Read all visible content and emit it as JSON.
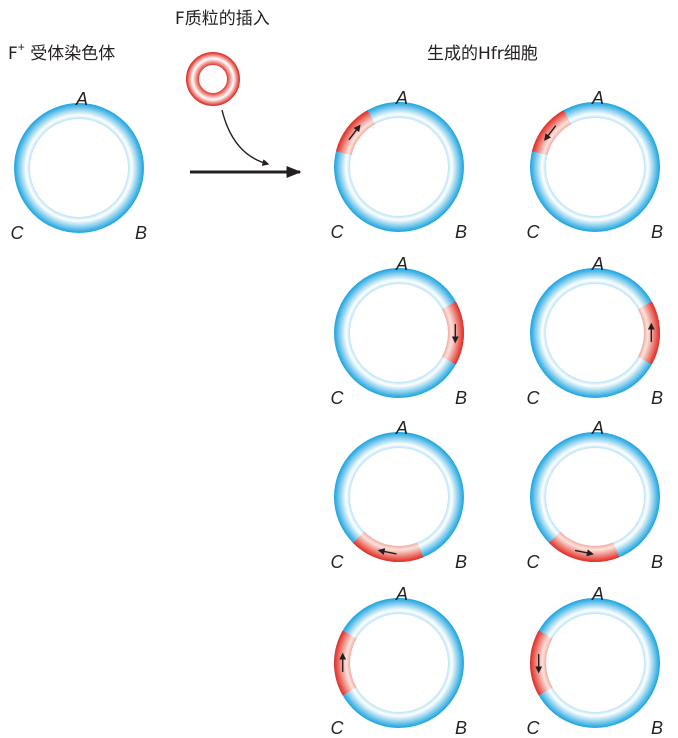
{
  "captions": {
    "recipient_main": "F",
    "recipient_sup": "+",
    "recipient_rest": " 受体染色体",
    "insertion": "F质粒的插入",
    "result": "生成的Hfr细胞"
  },
  "markers": {
    "a": "A",
    "b": "B",
    "c": "C"
  },
  "colors": {
    "ring_outer": "#29a9e1",
    "ring_mid": "#ffffff",
    "plasmid_outer": "#e2382f",
    "plasmid_mid": "#ffffff",
    "arrow": "#231f20"
  },
  "recipient": {
    "labels": [
      "A",
      "B",
      "C"
    ]
  },
  "hfr_cells": [
    {
      "insert_site": "between A and C",
      "direction": "toward A"
    },
    {
      "insert_site": "between A and C",
      "direction": "toward C"
    },
    {
      "insert_site": "between A and B",
      "direction": "toward B"
    },
    {
      "insert_site": "between A and B",
      "direction": "toward A"
    },
    {
      "insert_site": "between B and C",
      "direction": "toward C"
    },
    {
      "insert_site": "between B and C",
      "direction": "toward B"
    },
    {
      "insert_site": "between C and A",
      "direction": "toward A"
    },
    {
      "insert_site": "between C and A",
      "direction": "toward C"
    }
  ]
}
